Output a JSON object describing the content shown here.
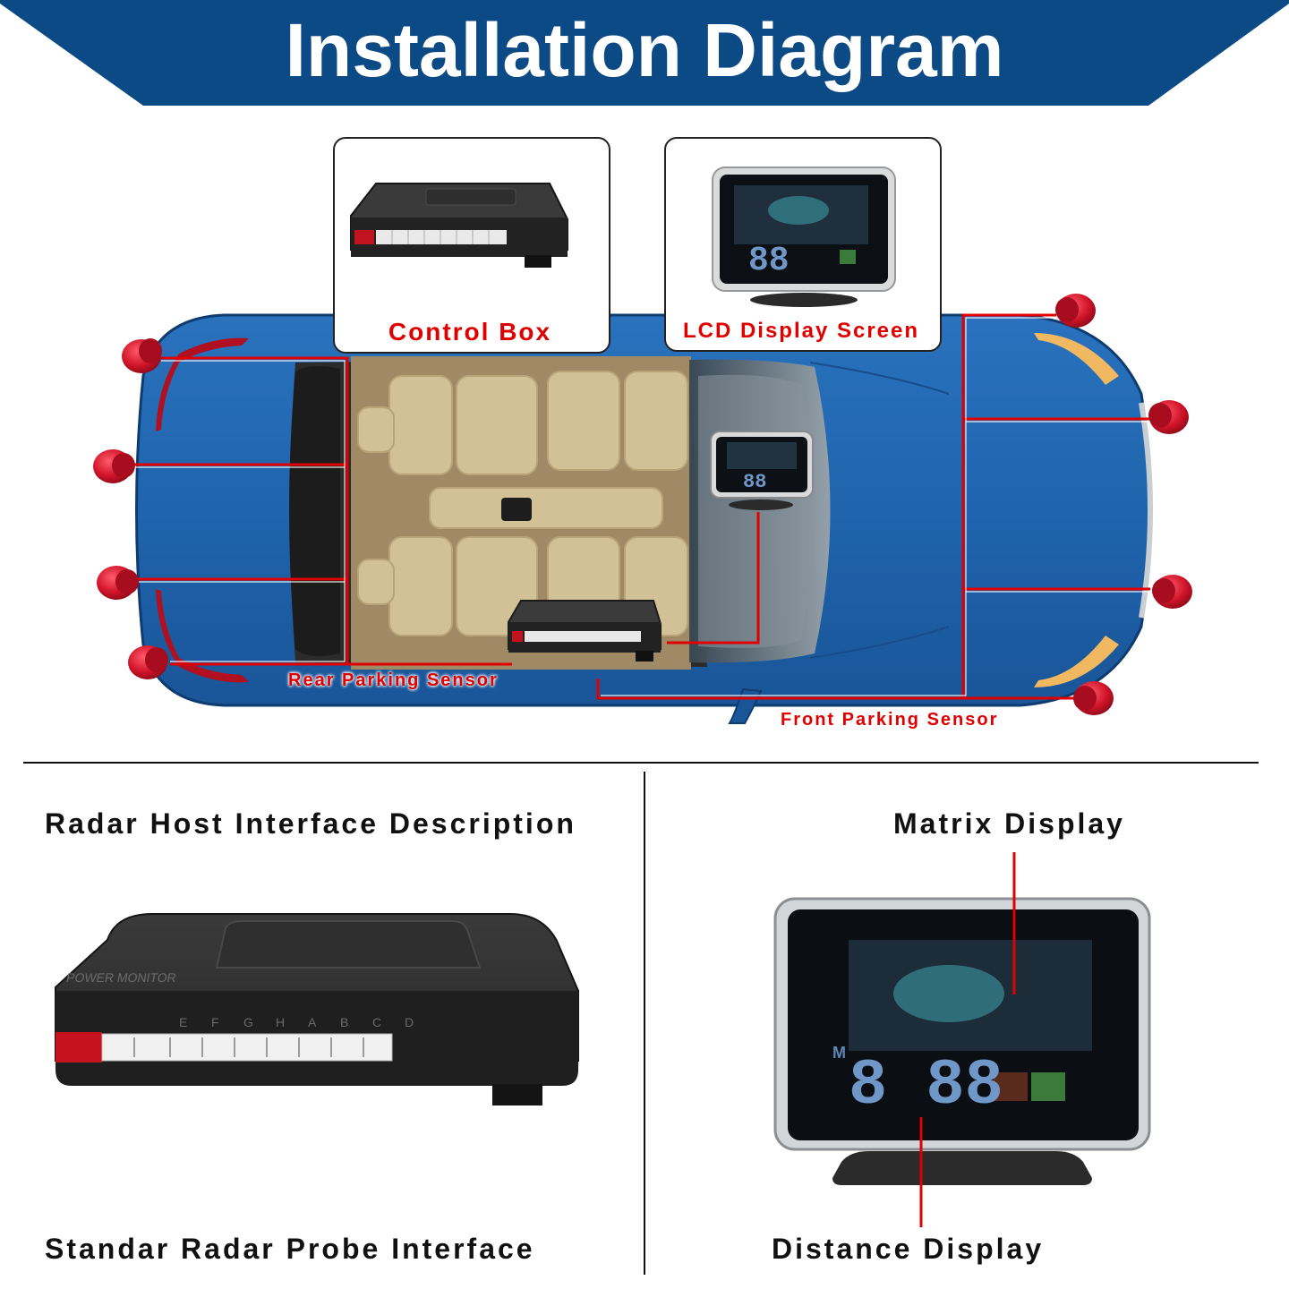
{
  "banner": {
    "title": "Installation Diagram",
    "color": "#0c4a86"
  },
  "labels": {
    "control_box": "Control Box",
    "lcd_display_screen": "LCD Display Screen",
    "rear_parking_sensor": "Rear Parking Sensor",
    "front_parking_sensor": "Front Parking Sensor"
  },
  "sections": {
    "radar_host": "Radar Host Interface Description",
    "probe_interface": "Standar Radar Probe Interface",
    "matrix_display": "Matrix Display",
    "distance_display": "Distance Display"
  },
  "control_box_print": {
    "model_text": "POWER MONITOR",
    "port_letters": [
      "E",
      "F",
      "G",
      "H",
      "A",
      "B",
      "C",
      "D"
    ]
  },
  "lcd_readout": {
    "unit": "M",
    "digits": "8 88"
  },
  "colors": {
    "car_body": "#1f5fa8",
    "sensor": "#d2142a",
    "wire": "#e00000",
    "seats": "#d2c097"
  },
  "icons": [
    "parking-sensor-icon",
    "control-box-icon",
    "lcd-display-icon",
    "car-top-view-icon"
  ]
}
